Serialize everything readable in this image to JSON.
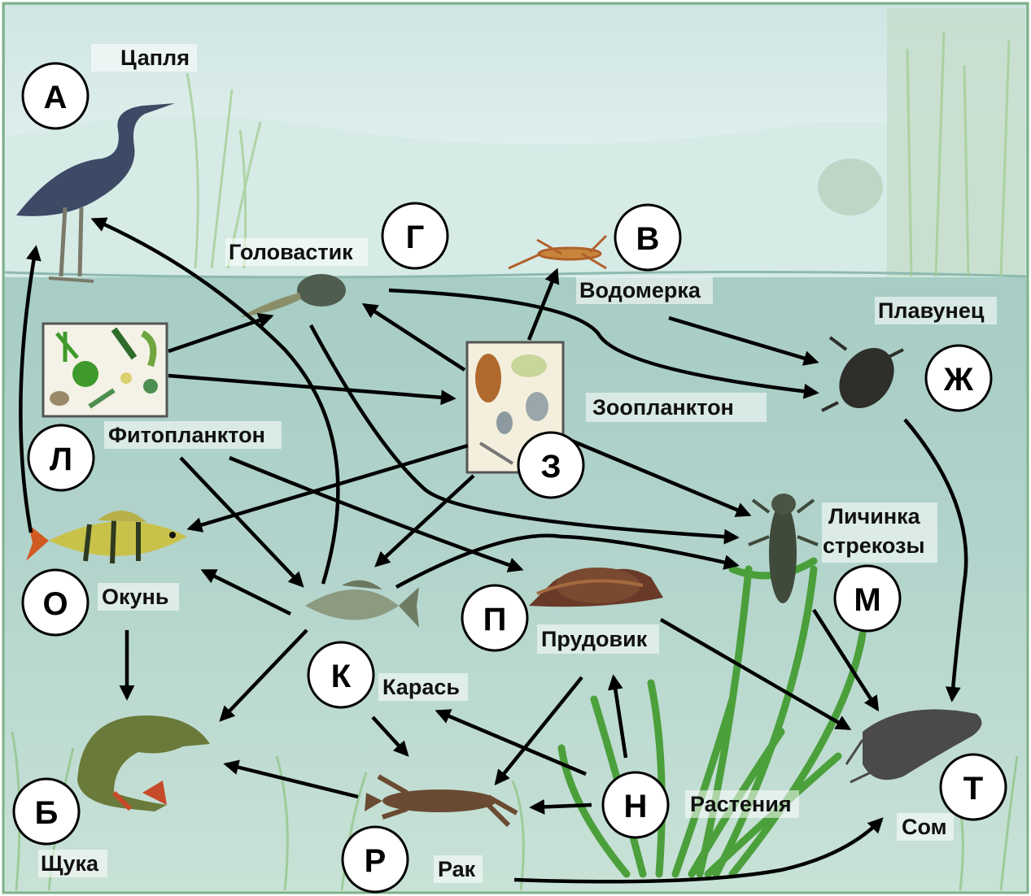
{
  "nodes": {
    "heron": {
      "letter": "А",
      "name": "Цапля"
    },
    "pike": {
      "letter": "Б",
      "name": "Щука"
    },
    "water_strider": {
      "letter": "В",
      "name": "Водомерка"
    },
    "tadpole": {
      "letter": "Г",
      "name": "Головастик"
    },
    "diving_beetle": {
      "letter": "Ж",
      "name": "Плавунец"
    },
    "zooplankton": {
      "letter": "З",
      "name": "Зоопланктон"
    },
    "crucian": {
      "letter": "К",
      "name": "Карась"
    },
    "phytoplankton": {
      "letter": "Л",
      "name": "Фитопланктон"
    },
    "dragonfly_larva": {
      "letter": "М",
      "name1": "Личинка",
      "name2": "стрекозы"
    },
    "plants": {
      "letter": "Н",
      "name": "Растения"
    },
    "perch": {
      "letter": "О",
      "name": "Окунь"
    },
    "pond_snail": {
      "letter": "П",
      "name": "Прудовик"
    },
    "crayfish": {
      "letter": "Р",
      "name": "Рак"
    },
    "catfish": {
      "letter": "Т",
      "name": "Сом"
    }
  },
  "colors": {
    "sky": "#dfeeee",
    "water": "#a9cdc6",
    "water_deep": "#8fbcb2",
    "weed": "#5aa83a",
    "frame": "#7fb08a"
  }
}
